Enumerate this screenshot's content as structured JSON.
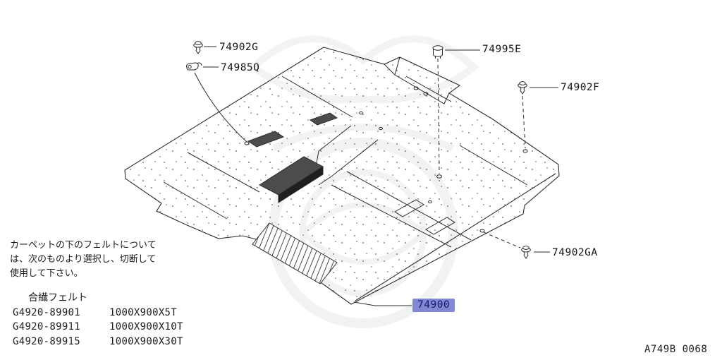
{
  "callouts": [
    {
      "label": "74902G"
    },
    {
      "label": "74985Q"
    },
    {
      "label": "74995E"
    },
    {
      "label": "74902F"
    },
    {
      "label": "74902GA"
    },
    {
      "label": "74900"
    }
  ],
  "note": {
    "lines": [
      "カーペットの下のフェルトについて",
      "は、次のものより選択し、切断して",
      "使用して下さい。"
    ]
  },
  "felt": {
    "title": "合繊フェルト",
    "rows": [
      {
        "part": "G4920-89901",
        "size": "1000X900X5T"
      },
      {
        "part": "G4920-89911",
        "size": "1000X900X10T"
      },
      {
        "part": "G4920-89915",
        "size": "1000X900X30T"
      }
    ]
  },
  "figure_code": "A749B 0068",
  "icons": {
    "clip": "push-clip-icon",
    "hook": "hook-clamp-icon",
    "grommet": "grommet-plug-icon"
  },
  "colors": {
    "highlight_bg": "#8289d2",
    "highlight_text": "#16166e",
    "line": "#2b2b2b"
  }
}
